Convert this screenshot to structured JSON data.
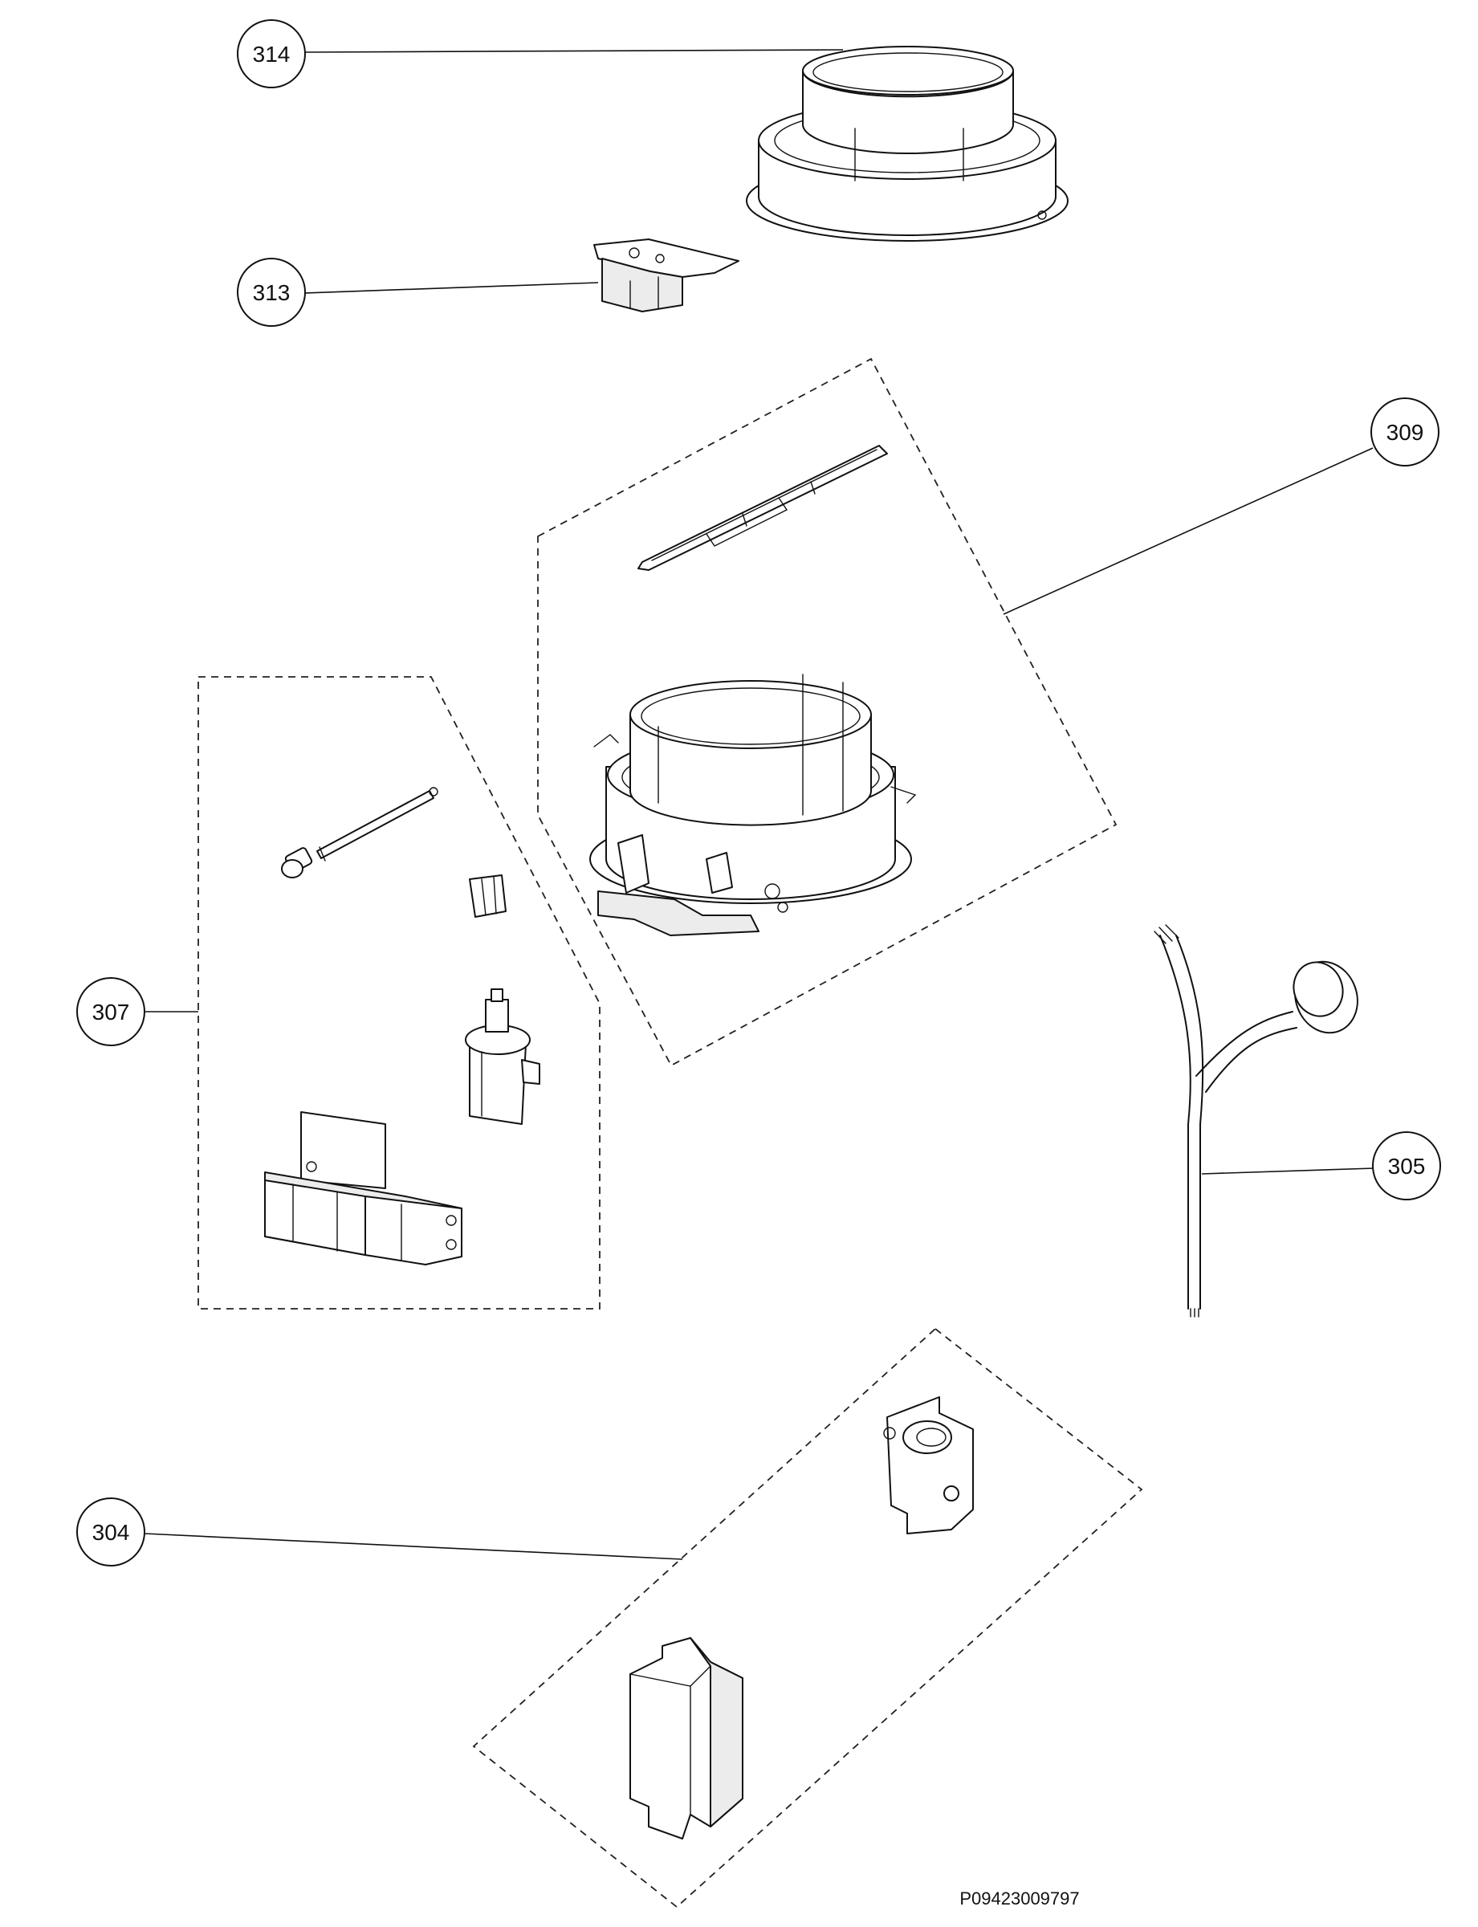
{
  "callouts": {
    "c314": "314",
    "c313": "313",
    "c309": "309",
    "c307": "307",
    "c305": "305",
    "c304": "304"
  },
  "reference": "P09423009797"
}
